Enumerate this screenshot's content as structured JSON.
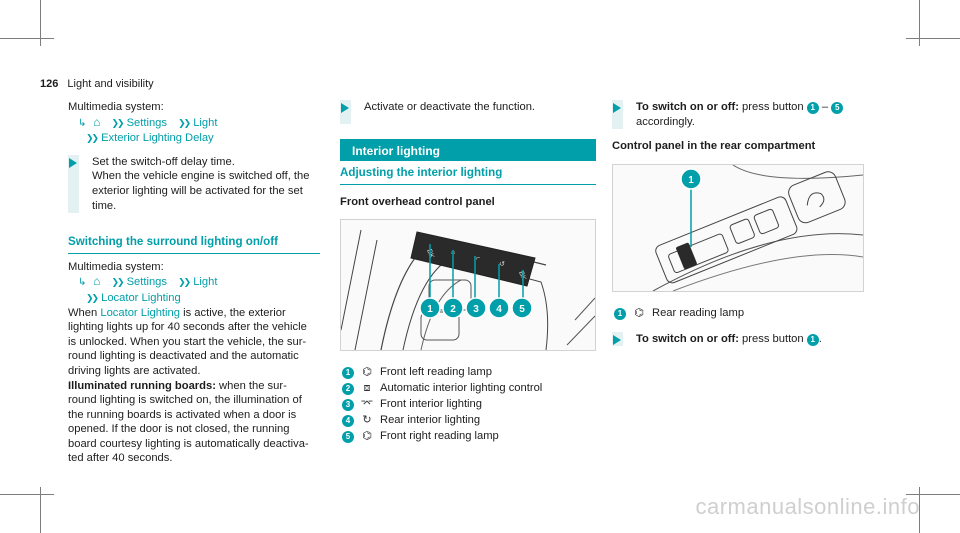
{
  "header": {
    "page_number": "126",
    "title": "Light and visibility"
  },
  "col1": {
    "nav1": {
      "intro": "Multimedia system:",
      "home_icon": "home-icon",
      "crumb1": "Settings",
      "crumb2": "Light",
      "crumb3": "Exterior Lighting Delay"
    },
    "step1": {
      "line1": "Set the switch-off delay time.",
      "line2": "When the vehicle engine is switched off, the",
      "line3": "exterior lighting will be activated for the set",
      "line4": "time."
    },
    "section_title": "Switching the surround lighting on/off",
    "nav2": {
      "intro": "Multimedia system:",
      "crumb1": "Settings",
      "crumb2": "Light",
      "crumb3": "Locator Lighting"
    },
    "para1": {
      "l1_pre": "When ",
      "l1_link": "Locator Lighting",
      "l1_post": " is active, the exterior",
      "l2": "lighting lights up for 40 seconds after the vehicle",
      "l3": "is unlocked. When you start the vehicle, the sur-",
      "l4": "round lighting is deactivated and the automatic",
      "l5": "driving lights are activated."
    },
    "para2": {
      "l1_bold": "Illuminated running boards:",
      "l1_rest": " when the sur-",
      "l2": "round lighting is switched on, the illumination of",
      "l3": "the running boards is activated when a door is",
      "l4": "opened. If the door is not closed, the running",
      "l5": "board courtesy lighting is automatically deactiva-",
      "l6": "ted after 40 seconds."
    }
  },
  "col2": {
    "step": "Activate or deactivate the function.",
    "banner": "Interior lighting",
    "section_title": "Adjusting the interior lighting",
    "sub_title": "Front overhead control panel",
    "legend": [
      {
        "num": "1",
        "icon": "reading-lamp-icon",
        "text": "Front left reading lamp"
      },
      {
        "num": "2",
        "icon": "auto-lighting-icon",
        "text": "Automatic interior lighting control"
      },
      {
        "num": "3",
        "icon": "front-interior-light-icon",
        "text": "Front interior lighting"
      },
      {
        "num": "4",
        "icon": "rear-interior-light-icon",
        "text": "Rear interior lighting"
      },
      {
        "num": "5",
        "icon": "reading-lamp-icon",
        "text": "Front right reading lamp"
      }
    ],
    "figure_callouts": [
      "1",
      "2",
      "3",
      "4",
      "5"
    ]
  },
  "col3": {
    "step": {
      "bold": "To switch on or off:",
      "rest": " press button ",
      "n1": "1",
      "dash": " – ",
      "n2": "5",
      "line2": "accordingly."
    },
    "sub_title": "Control panel in the rear compartment",
    "figure_callout": "1",
    "legend": {
      "num": "1",
      "icon": "reading-lamp-icon",
      "text": "Rear reading lamp"
    },
    "step2": {
      "bold": "To switch on or off:",
      "rest": " press button ",
      "n1": "1",
      "end": "."
    }
  },
  "footer": {
    "watermark": "carmanualsonline.info"
  },
  "colors": {
    "accent": "#009fa9",
    "step_bar": "#e4f1f3"
  }
}
